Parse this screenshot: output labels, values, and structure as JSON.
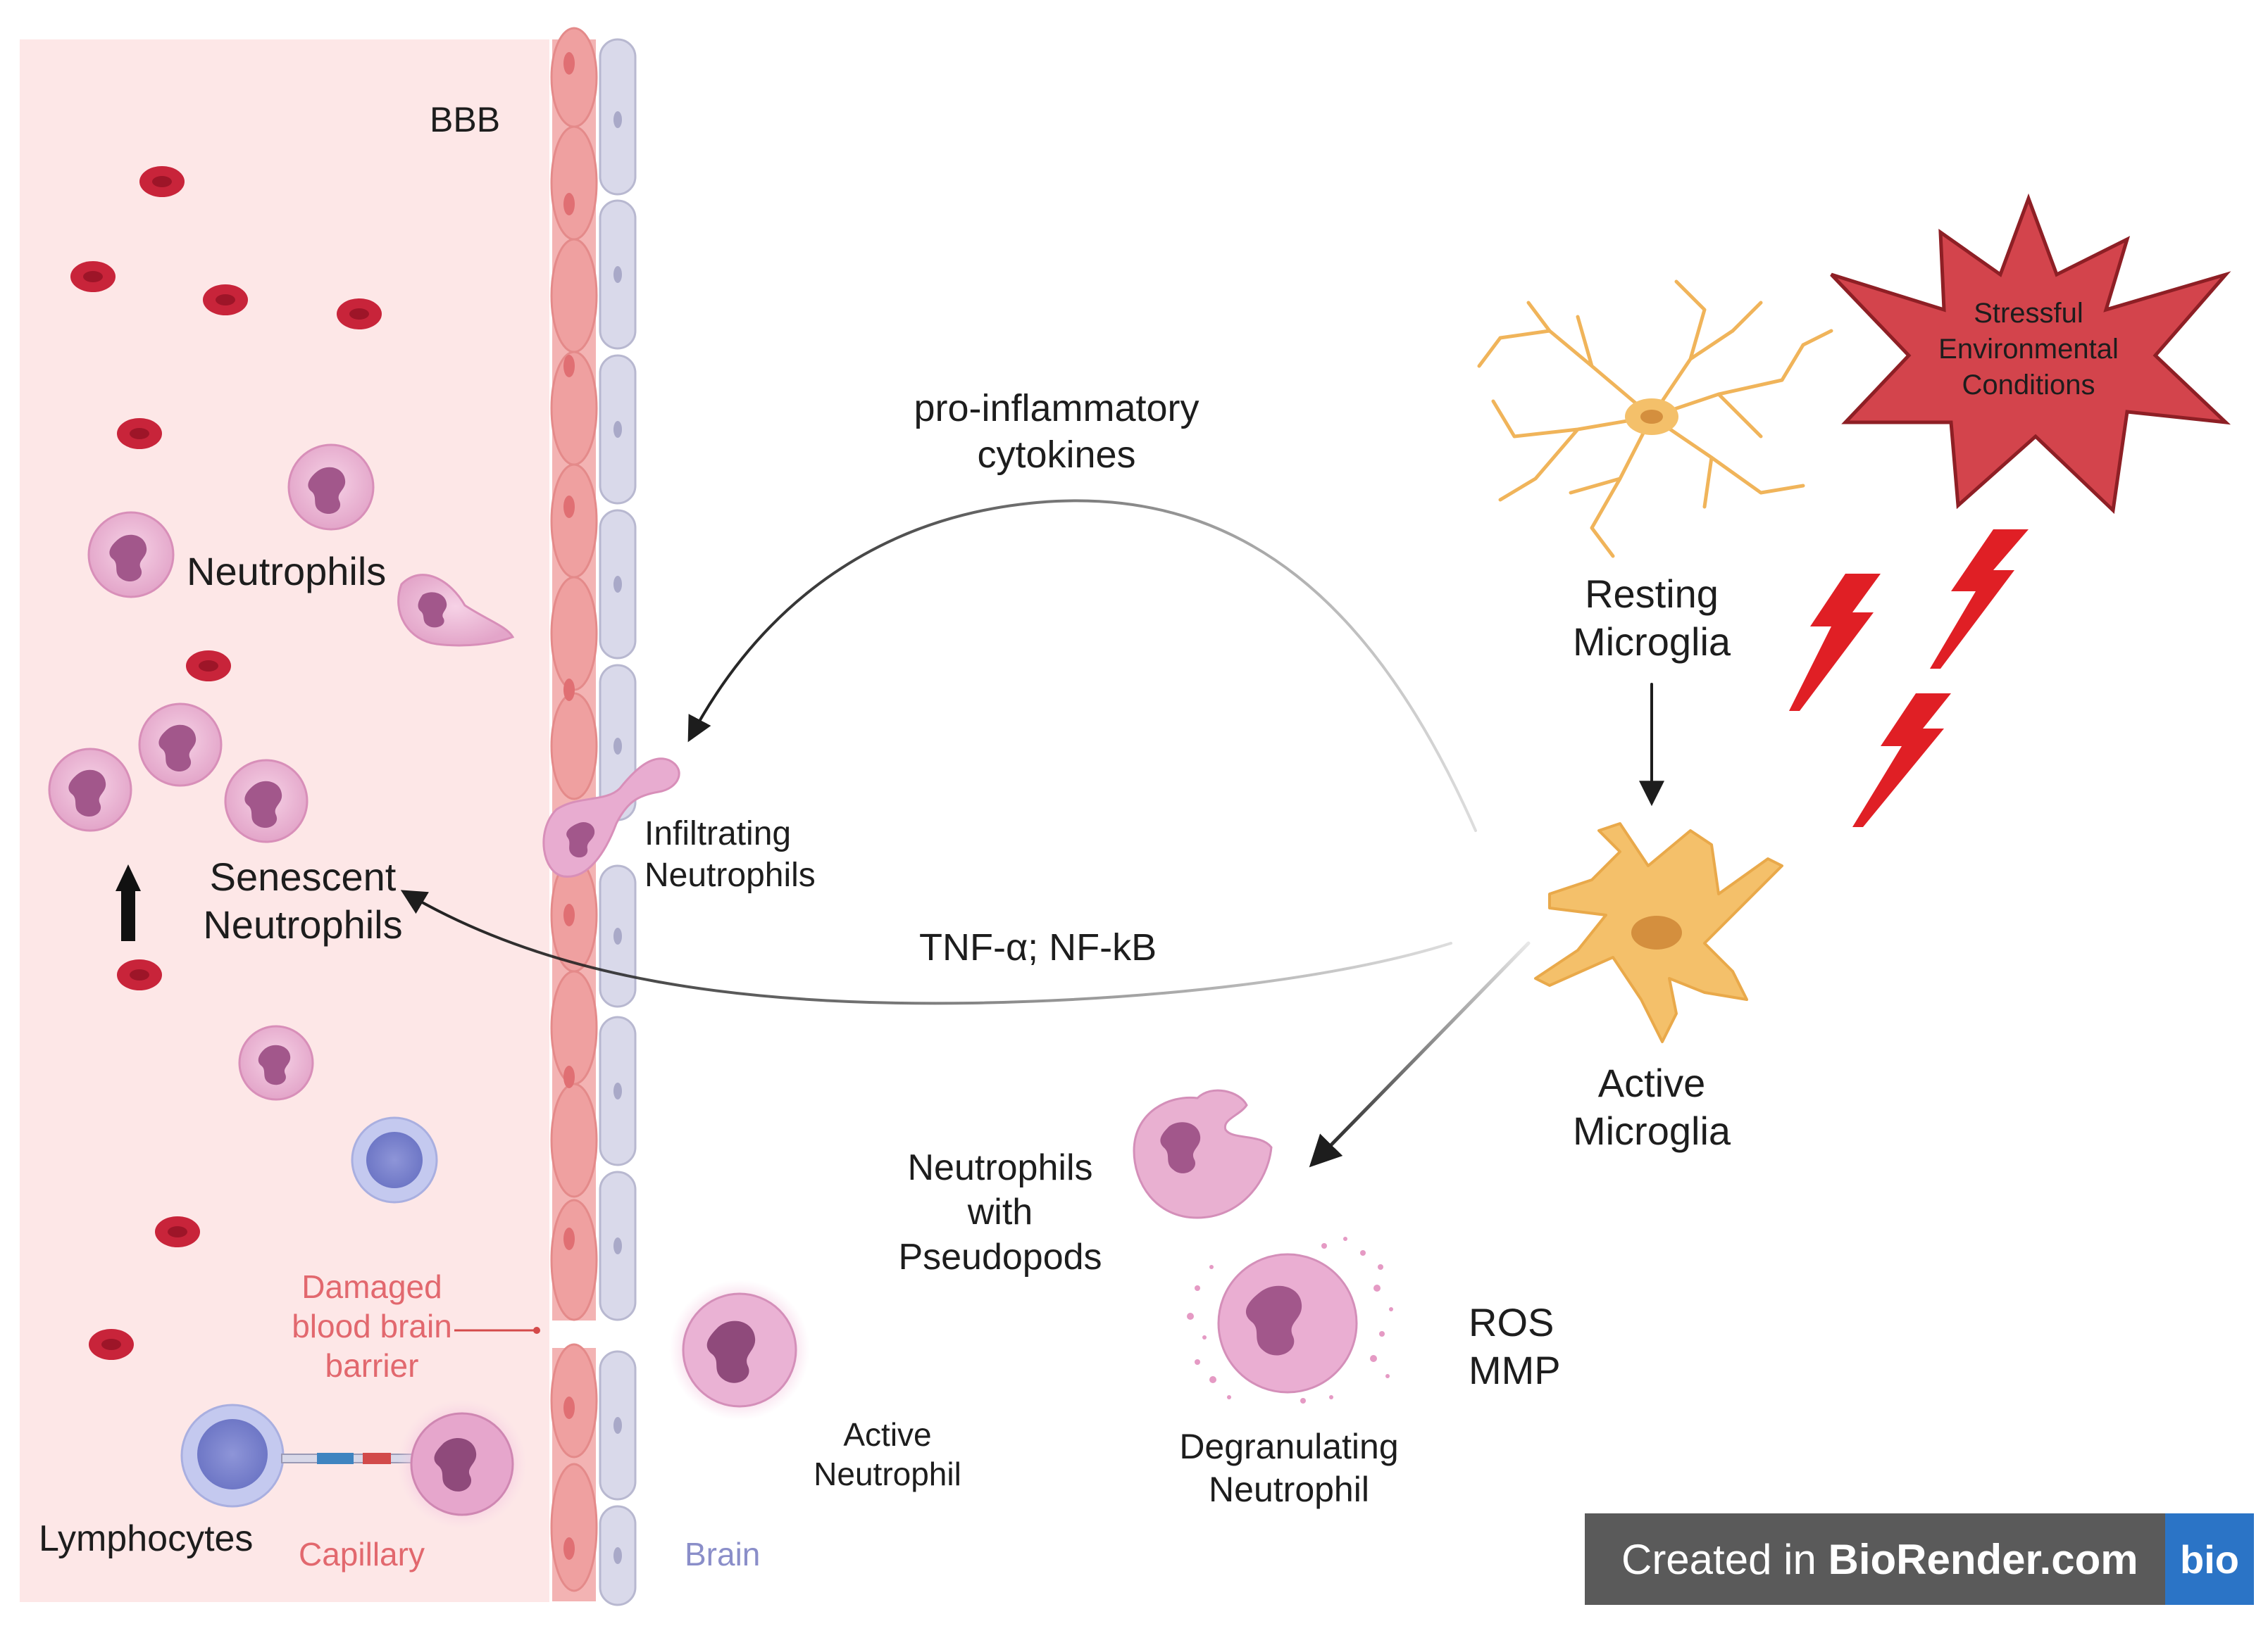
{
  "labels": {
    "bbb": "BBB",
    "neutrophils": "Neutrophils",
    "senescent": "Senescent\nNeutrophils",
    "damaged": "Damaged\nblood brain\nbarrier",
    "lymphocytes": "Lymphocytes",
    "capillary": "Capillary",
    "brain": "Brain",
    "cytokines": "pro-inflammatory\ncytokines",
    "infiltrating": "Infiltrating\nNeutrophils",
    "tnf": "TNF-α; NF-kB",
    "resting": "Resting\nMicroglia",
    "active_microglia": "Active\nMicroglia",
    "stress": "Stressful\nEnvironmental\nConditions",
    "pseudopods": "Neutrophils\nwith\nPseudopods",
    "active_neutrophil": "Active\nNeutrophil",
    "degranulating": "Degranulating\nNeutrophil",
    "ros_mmp": "ROS\nMMP"
  },
  "watermark": {
    "prefix": "Created in ",
    "brand": "BioRender.com",
    "logo": "bio"
  },
  "colors": {
    "capillary_bg": "#fde7e7",
    "rbc": "#c8243a",
    "neutrophil": "#e9b2d3",
    "nucleus": "#a2578b",
    "lymphocyte": "#b9bfe8",
    "endothelial": "#f0a2a2",
    "astrocyte_line": "#d3d3e6",
    "microglia": "#f4c06a",
    "star": "#d3444c",
    "lightning": "#e01f25"
  }
}
